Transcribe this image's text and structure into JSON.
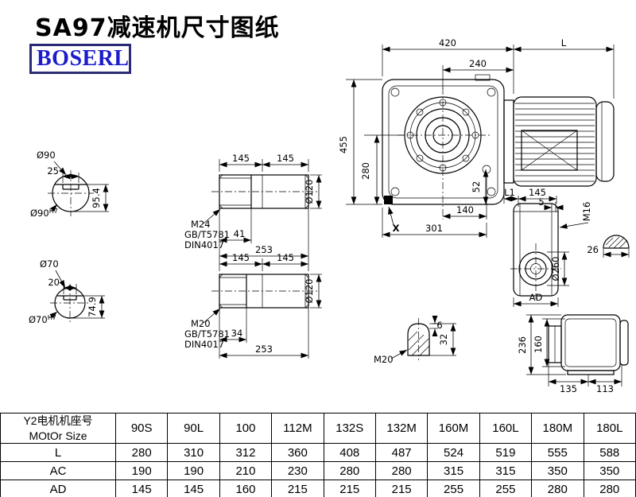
{
  "header": {
    "title": "SA97减速机尺寸图纸",
    "logo": "BOSERL"
  },
  "main_view": {
    "dim_420": "420",
    "dim_L": "L",
    "dim_240": "240",
    "dim_455": "455",
    "dim_280": "280",
    "dim_52": "52",
    "dim_140": "140",
    "dim_301": "301",
    "label_x": "X"
  },
  "section_90": {
    "label": "Ø90",
    "key_width": "25",
    "height": "95.4",
    "fit": "Ø90",
    "fit_sup": "H7"
  },
  "section_70": {
    "label": "Ø70",
    "key_width": "20",
    "height": "74.9",
    "fit": "Ø70",
    "fit_sup": "H7"
  },
  "shaft_top": {
    "len1": "145",
    "len2": "145",
    "dia": "Ø120",
    "thread": "M24",
    "std1": "GB/T5781",
    "std2": "DIN4017",
    "thread_len": "41",
    "total_len": "253"
  },
  "shaft_bottom": {
    "len1": "145",
    "len2": "145",
    "dia": "Ø120",
    "thread": "M20",
    "std1": "GB/T5781",
    "std2": "DIN4017",
    "thread_len": "34",
    "total_len": "253"
  },
  "side_view": {
    "dim_l1": "L1",
    "dim_145": "145",
    "dim_5": "5",
    "thread": "M16",
    "dia": "Ø260",
    "key": "26",
    "dim_ad": "AD"
  },
  "back_view": {
    "dim_236": "236",
    "dim_160": "160",
    "dim_135": "135",
    "dim_113": "113"
  },
  "key_detail": {
    "dim_6": "6",
    "dim_32": "32",
    "thread": "M20"
  },
  "table": {
    "row_header_line1": "Y2电机机座号",
    "row_header_line2": "MOtOr Size",
    "columns": [
      "90S",
      "90L",
      "100",
      "112M",
      "132S",
      "132M",
      "160M",
      "160L",
      "180M",
      "180L"
    ],
    "rows": [
      {
        "label": "L",
        "values": [
          "280",
          "310",
          "312",
          "360",
          "408",
          "487",
          "524",
          "519",
          "555",
          "588"
        ]
      },
      {
        "label": "AC",
        "values": [
          "190",
          "190",
          "210",
          "230",
          "280",
          "280",
          "315",
          "315",
          "350",
          "350"
        ]
      },
      {
        "label": "AD",
        "values": [
          "145",
          "145",
          "160",
          "215",
          "215",
          "215",
          "255",
          "255",
          "280",
          "280"
        ]
      }
    ]
  }
}
